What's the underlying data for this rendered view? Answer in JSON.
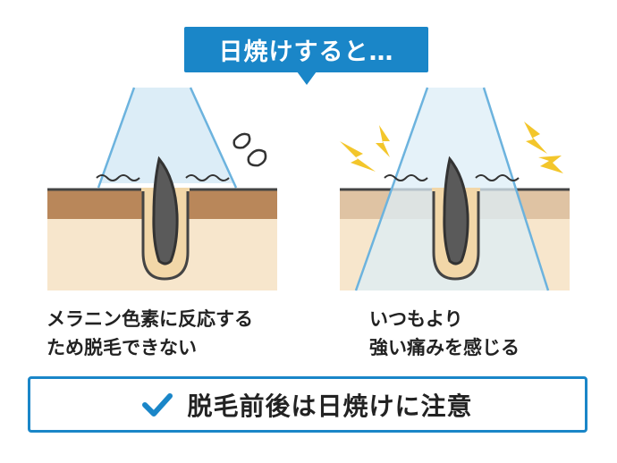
{
  "banner": {
    "title": "日焼けすると…"
  },
  "left_panel": {
    "caption_line1": "メラニン色素に反応する",
    "caption_line2": "ため脱毛できない"
  },
  "right_panel": {
    "caption_line1": "いつもより",
    "caption_line2": "強い痛みを感じる"
  },
  "note": {
    "text": "脱毛前後は日焼けに注意",
    "icon": "check-icon"
  },
  "colors": {
    "accent": "#1a86c8",
    "light_beam": "#dcedf7",
    "tanned_skin": "#b9875a",
    "normal_skin": "#dfc3a3",
    "dermis": "#f7e6cc",
    "hair": "#555555",
    "lightning": "#f3c62b"
  }
}
